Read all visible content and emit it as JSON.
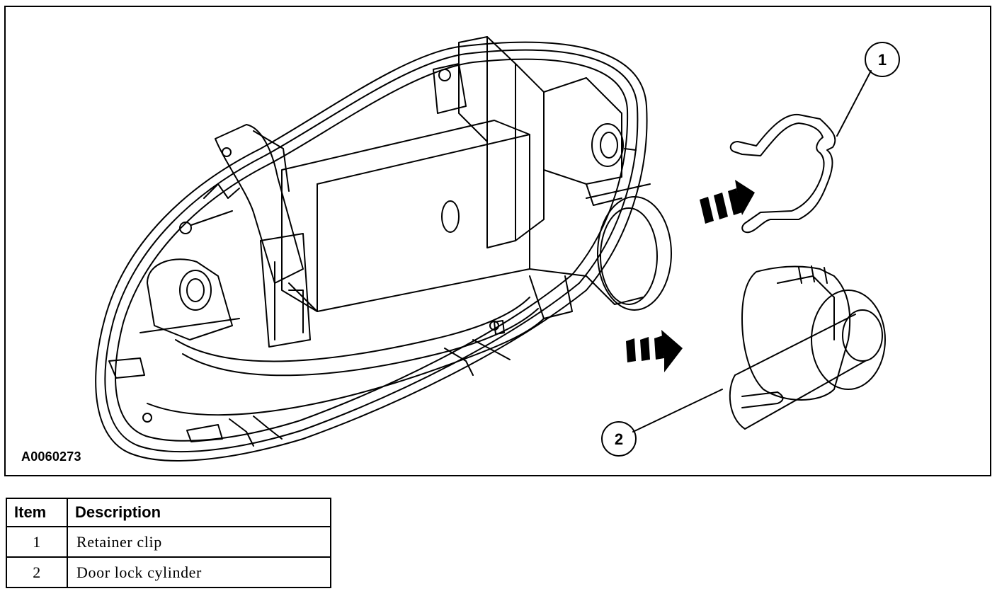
{
  "figure": {
    "figure_id": "A0060273",
    "callouts": [
      {
        "number": "1"
      },
      {
        "number": "2"
      }
    ]
  },
  "legend": {
    "headers": {
      "item": "Item",
      "description": "Description"
    },
    "rows": [
      {
        "item": "1",
        "description": "Retainer clip"
      },
      {
        "item": "2",
        "description": "Door lock cylinder"
      }
    ]
  }
}
